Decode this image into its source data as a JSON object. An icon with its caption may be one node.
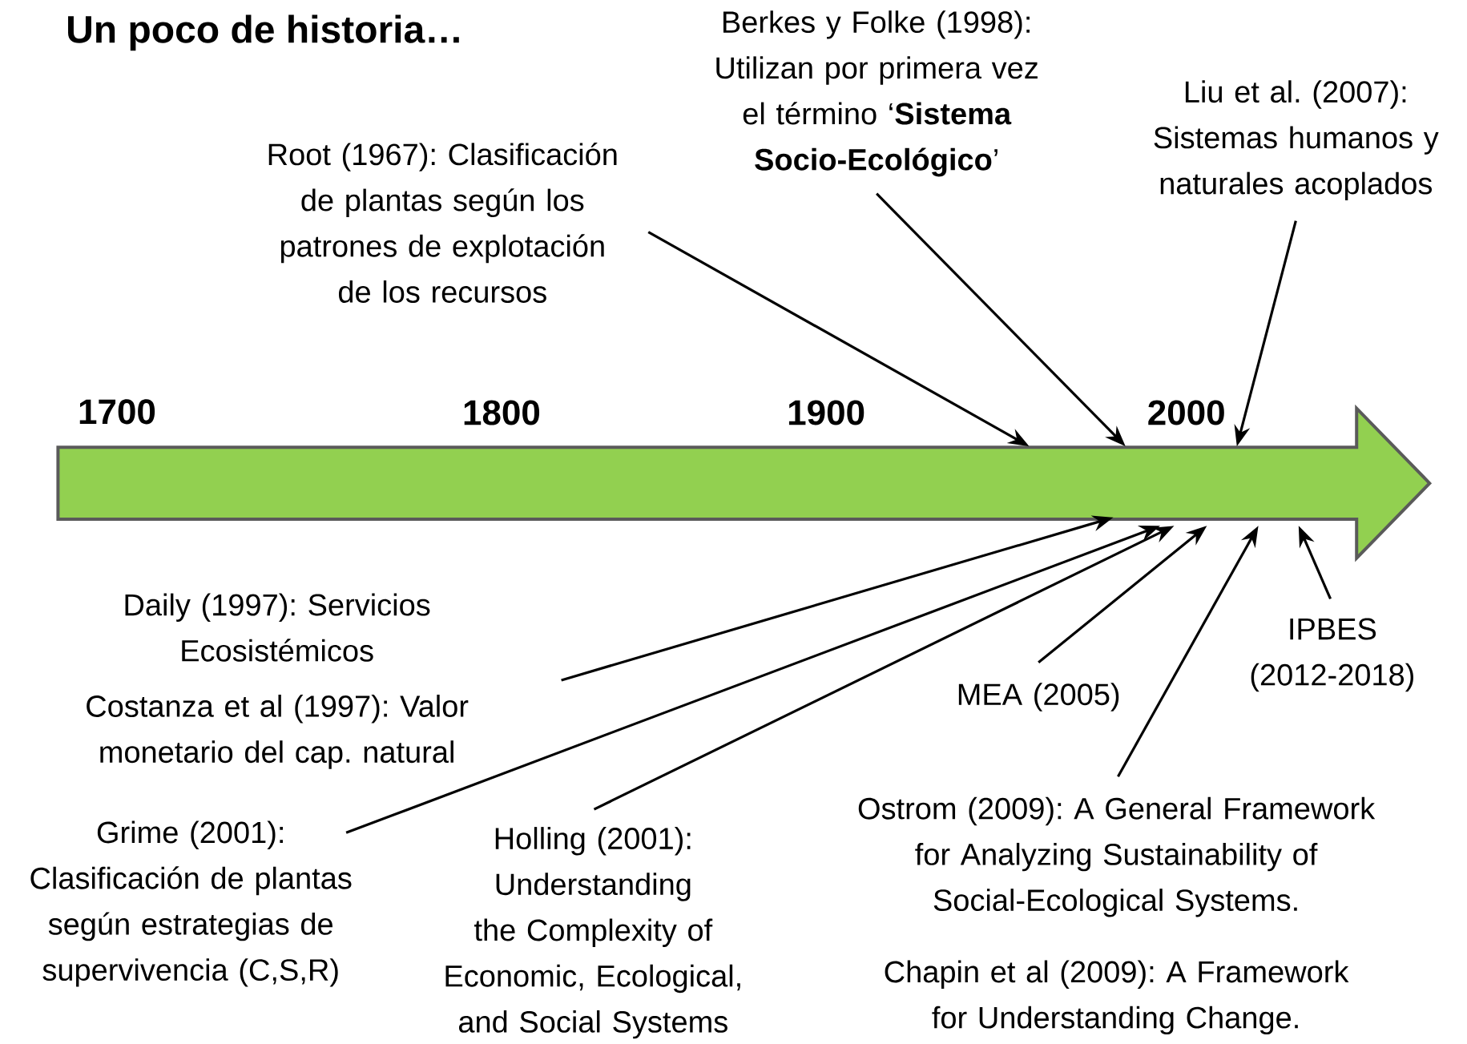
{
  "diagram": {
    "title": "Un poco de historia…",
    "nodes": [
      {
        "text": [
          "Root (1967): Clasificación de plantas según los patrones de explotación de los recursos"
        ]
      },
      {
        "text": [
          "Berkes y Folke (1998): Utilizan por primera vez el término ‘**Sistema Socio-Ecológico**’"
        ]
      },
      {
        "text": [
          "Liu et al. (2007): Sistemas humanos y naturales acoplados"
        ]
      },
      {
        "text": [],
        "shape": "arrow"
      },
      {
        "text": [
          "Daily (1997): Servicios Ecosistémicos",
          "Costanza et al (1997): Valor monetario del cap. natural"
        ]
      },
      {
        "text": [
          "Grime (2001): Clasificación de plantas según estrategias de supervivencia (C,S,R)"
        ]
      },
      {
        "text": [
          "Holling (2001): Understanding the Complexity of Economic, Ecological, and Social Systems"
        ]
      },
      {
        "text": [
          "MEA (2005)"
        ]
      },
      {
        "text": [
          "IPBES (2012-2018)"
        ]
      },
      {
        "text": [
          "Ostrom (2009): A General Framework for Analyzing Sustainability of Social-Ecological Systems."
        ]
      }
    ],
    "edges": [
      {
        "from": 0,
        "to": 3,
        "arrow": "to"
      },
      {
        "from": 1,
        "to": 3,
        "arrow": "to"
      },
      {
        "from": 2,
        "to": 3,
        "arrow": "to"
      },
      {
        "from": 4,
        "to": 3,
        "arrow": "to"
      },
      {
        "from": 5,
        "to": 3,
        "arrow": "to"
      },
      {
        "from": 6,
        "to": 3,
        "arrow": "to"
      },
      {
        "from": 7,
        "to": 3,
        "arrow": "to"
      },
      {
        "from": 9,
        "to": 3,
        "arrow": "to"
      },
      {
        "from": 8,
        "to": 3,
        "arrow": "to"
      }
    ],
    "labels": [
      "1700",
      "1800",
      "1900",
      "2000",
      "Chapin et al (2009): A Framework for Understanding Change."
    ]
  }
}
